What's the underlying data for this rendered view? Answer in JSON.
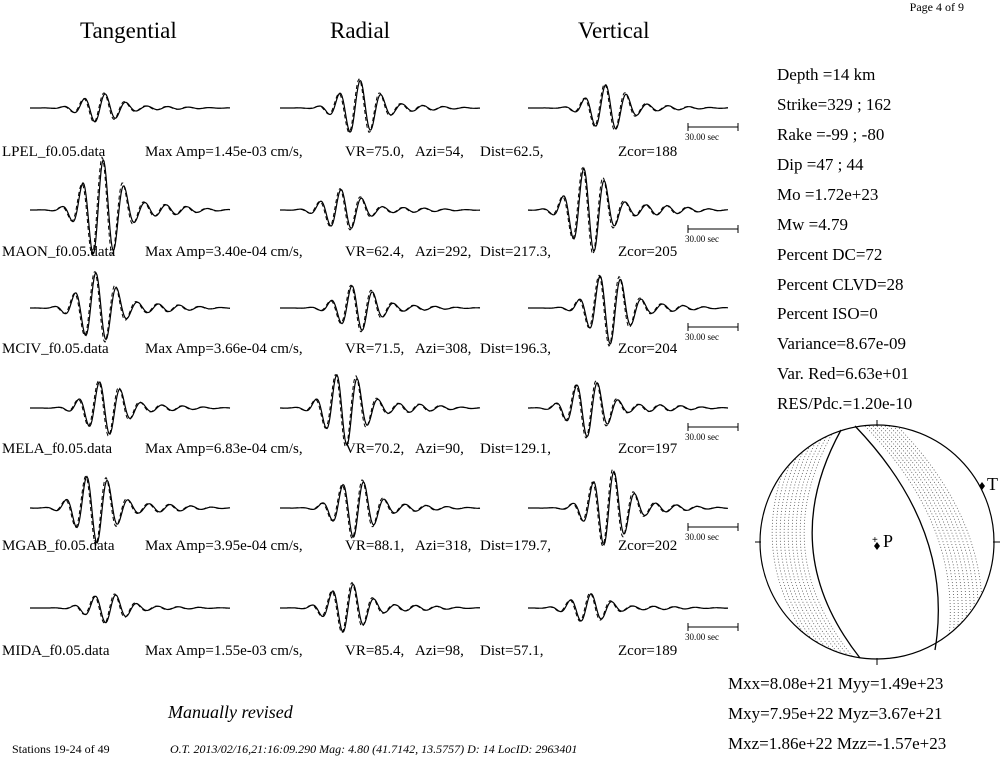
{
  "page_number": "Page 4 of 9",
  "column_headers": [
    "Tangential",
    "Radial",
    "Vertical"
  ],
  "stations": [
    {
      "name": "LPEL_f0.05.data",
      "max_amp": "Max Amp=1.45e-03 cm/s,",
      "vr": "VR=75.0,",
      "azi": "Azi=54,",
      "dist": "Dist=62.5,",
      "zcor": "Zcor=188"
    },
    {
      "name": "MAON_f0.05.data",
      "max_amp": "Max Amp=3.40e-04 cm/s,",
      "vr": "VR=62.4,",
      "azi": "Azi=292,",
      "dist": "Dist=217.3,",
      "zcor": "Zcor=205"
    },
    {
      "name": "MCIV_f0.05.data",
      "max_amp": "Max Amp=3.66e-04 cm/s,",
      "vr": "VR=71.5,",
      "azi": "Azi=308,",
      "dist": "Dist=196.3,",
      "zcor": "Zcor=204"
    },
    {
      "name": "MELA_f0.05.data",
      "max_amp": "Max Amp=6.83e-04 cm/s,",
      "vr": "VR=70.2,",
      "azi": "Azi=90,",
      "dist": "Dist=129.1,",
      "zcor": "Zcor=197"
    },
    {
      "name": "MGAB_f0.05.data",
      "max_amp": "Max Amp=3.95e-04 cm/s,",
      "vr": "VR=88.1,",
      "azi": "Azi=318,",
      "dist": "Dist=179.7,",
      "zcor": "Zcor=202"
    },
    {
      "name": "MIDA_f0.05.data",
      "max_amp": "Max Amp=1.55e-03 cm/s,",
      "vr": "VR=85.4,",
      "azi": "Azi=98,",
      "dist": "Dist=57.1,",
      "zcor": "Zcor=189"
    }
  ],
  "scale_bar_label": "30.00 sec",
  "parameters": [
    "Depth =14 km",
    "Strike=329 ; 162",
    "Rake  =-99 ; -80",
    "Dip   =47 ; 44",
    "Mo    =1.72e+23",
    "Mw    =4.79",
    "Percent DC=72",
    "Percent CLVD=28",
    "Percent ISO=0",
    "Variance=8.67e-09",
    "Var. Red=6.63e+01",
    "RES/Pdc.=1.20e-10"
  ],
  "beachball": {
    "t_label": "T",
    "p_label": "P"
  },
  "moment_tensor": [
    "Mxx=8.08e+21 Myy=1.49e+23",
    "Mxy=7.95e+22 Myz=3.67e+21",
    "Mxz=1.86e+22 Mzz=-1.57e+23"
  ],
  "manual_note": "Manually revised",
  "footer": {
    "stations": "Stations 19-24 of 49",
    "origin": "O.T. 2013/02/16,21:16:09.290  Mag: 4.80  (41.7142, 13.5757)  D: 14  LocID: 2963401"
  }
}
